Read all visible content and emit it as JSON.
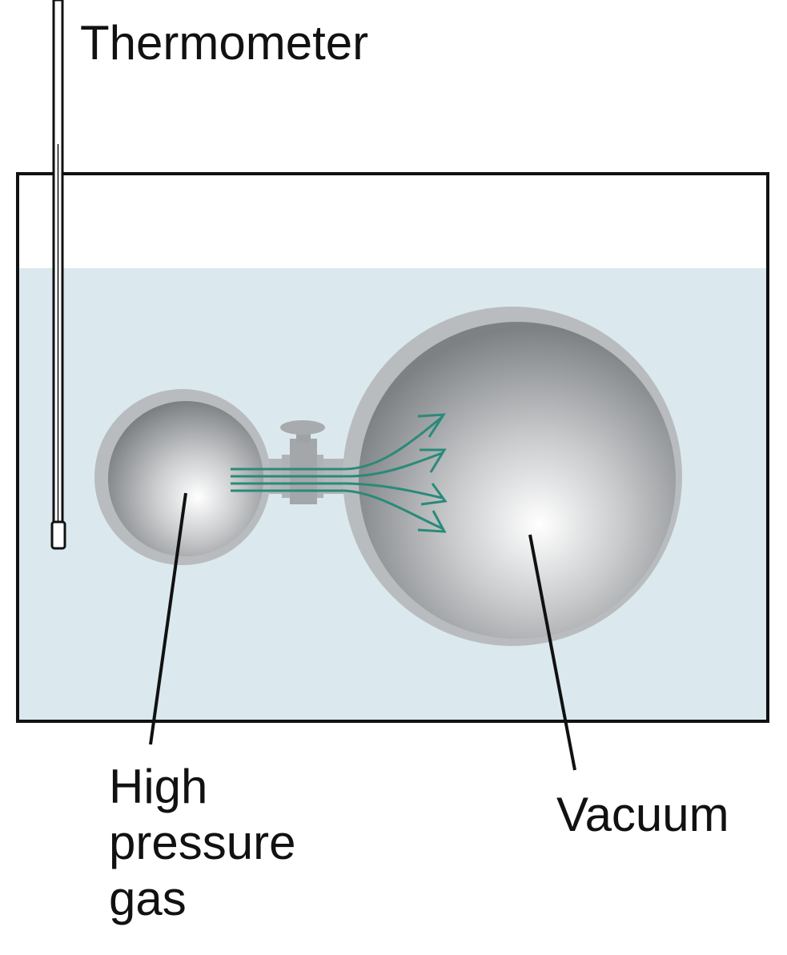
{
  "labels": {
    "thermometer": "Thermometer",
    "gas_line1": "High",
    "gas_line2": "pressure",
    "gas_line3": "gas",
    "vacuum": "Vacuum"
  },
  "colors": {
    "water": "#dbe9ee",
    "tank_outline": "#111111",
    "flask_rim": "#b9bcbf",
    "flask_dark": "#808386",
    "gas_flow": "#2a8a7a",
    "valve": "#a9acaf"
  },
  "icons": {
    "thermometer": "thermometer-icon",
    "valve": "valve-icon",
    "flow_arrows": "arrow-icon"
  }
}
